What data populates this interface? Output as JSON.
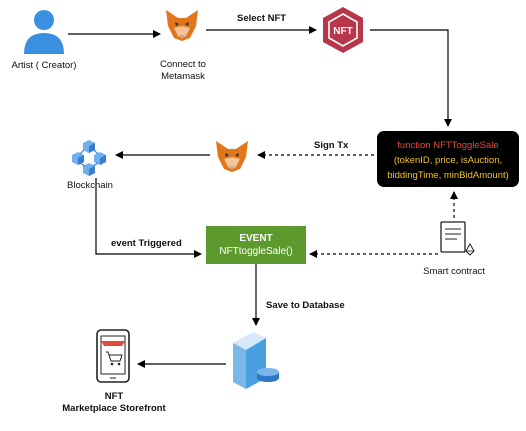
{
  "nodes": {
    "artist": "Artist ( Creator)",
    "metamask_connect_line1": "Connect to",
    "metamask_connect_line2": "Metamask",
    "nft_icon_text": "NFT",
    "blockchain": "Blockchain",
    "smart_contract": "Smart contract",
    "storefront_line1": "NFT",
    "storefront_line2": "Marketplace Storefront"
  },
  "function_box": {
    "name": "function NFTToggleSale",
    "params_line1": "(tokenID, price, isAuction,",
    "params_line2": "biddingTime, minBidAmount)"
  },
  "event_box": {
    "title": "EVENT",
    "name": "NFTtoggleSale()"
  },
  "edges": {
    "select_nft": "Select NFT",
    "sign_tx": "Sign Tx",
    "event_triggered": "event Triggered",
    "save_db": "Save to Database"
  },
  "colors": {
    "user": "#3a8fe0",
    "nft_hex": "#b8364a",
    "fox": "#e2761b",
    "blockchain": "#4a90d9",
    "event_green": "#5d9a2e",
    "func_text": "#f2c330",
    "func_name": "#e14b3b",
    "database": "#4a9fe0"
  }
}
